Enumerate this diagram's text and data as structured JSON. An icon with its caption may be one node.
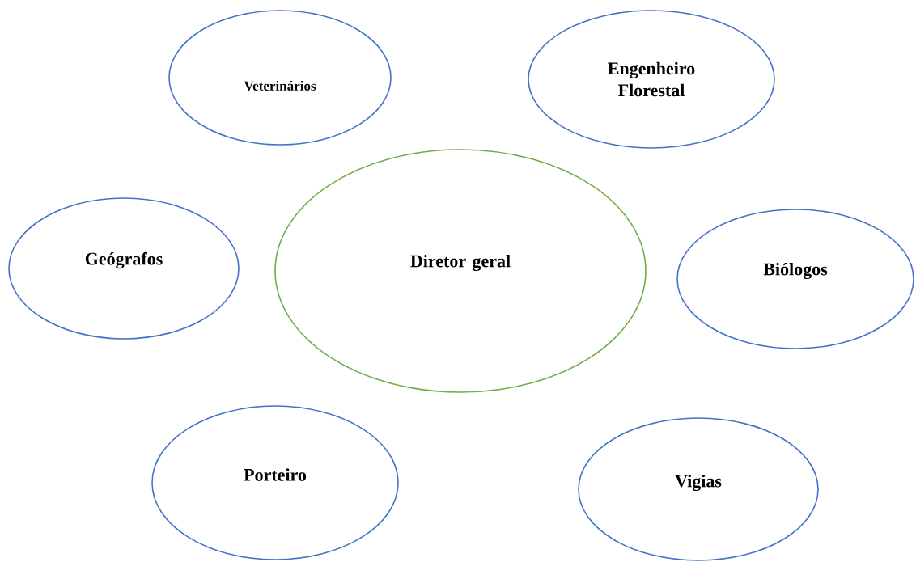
{
  "diagram": {
    "nodes": [
      {
        "text": [
          "Veterinários"
        ]
      },
      {
        "text": [
          "Engenheiro Florestal"
        ]
      },
      {
        "text": [
          "Geógrafos"
        ]
      },
      {
        "text": [
          "Diretor geral"
        ]
      },
      {
        "text": [
          "Biólogos"
        ]
      },
      {
        "text": [
          "Porteiro"
        ]
      },
      {
        "text": [
          "Vigias"
        ]
      }
    ]
  }
}
